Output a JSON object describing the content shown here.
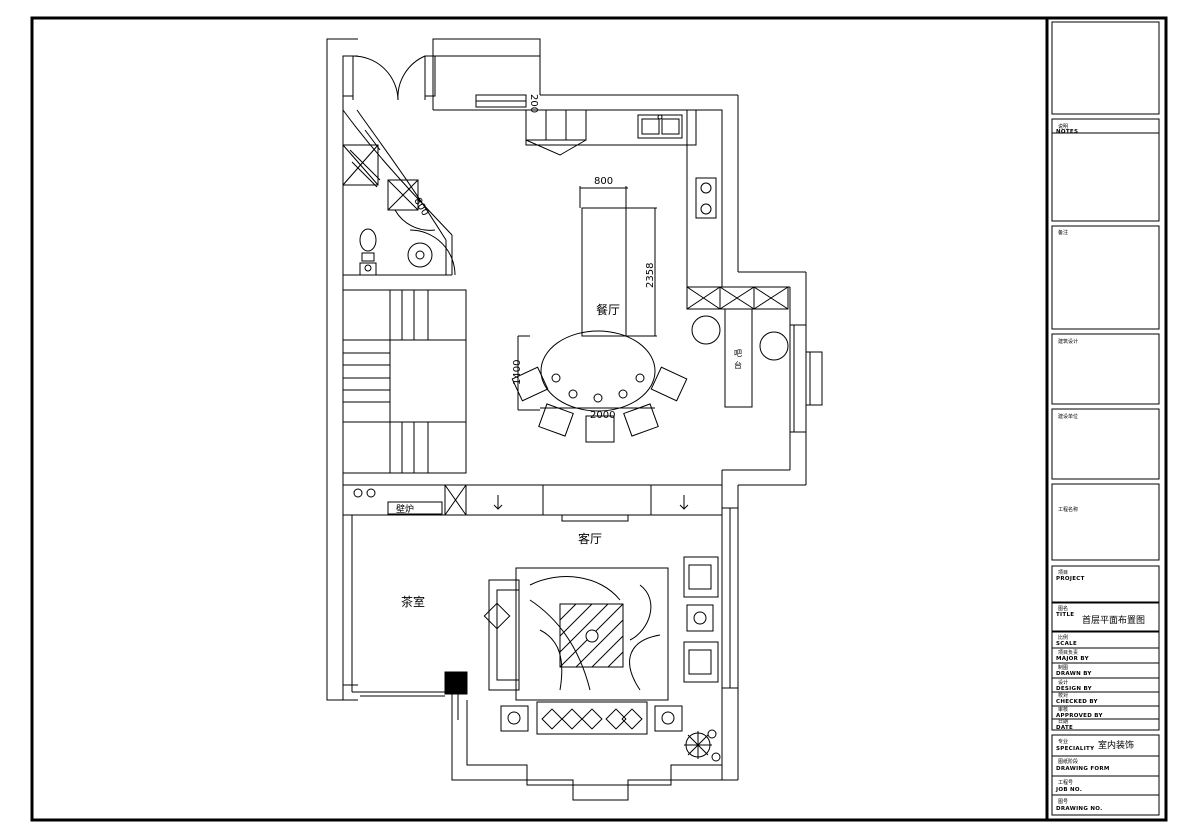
{
  "drawing": {
    "rooms": {
      "dining": "餐厅",
      "living": "客厅",
      "tea_room": "茶室",
      "bar_1": "吧",
      "bar_2": "台",
      "fireplace": "壁炉"
    },
    "dimensions": {
      "counter_top": "200",
      "door_arc": "800",
      "island_width": "800",
      "island_length": "2358",
      "table_depth": "1400",
      "table_length": "2000"
    }
  },
  "title_block": {
    "notes_cn": "说明",
    "notes_en": "NOTES",
    "remarks_cn": "备注",
    "architecture_cn": "建筑设计",
    "client_cn": "建设单位",
    "project_name_cn": "工程名称",
    "project_cn": "项目",
    "project_en": "PROJECT",
    "title_cn": "图名",
    "title_en": "TITLE",
    "title_value": "首层平面布置图",
    "scale_cn": "比例",
    "scale_en": "SCALE",
    "major_cn": "项目负责",
    "major_en": "MAJOR  BY",
    "drawn_cn": "制图",
    "drawn_en": "DRAWN  BY",
    "design_cn": "设计",
    "design_en": "DESIGN  BY",
    "checked_cn": "校对",
    "checked_en": "CHECKED  BY",
    "approved_cn": "审核",
    "approved_en": "APPROVED  BY",
    "date_cn": "日期",
    "date_en": "DATE",
    "speciality_cn": "专业",
    "speciality_en": "SPECIALITY",
    "speciality_value": "室内装饰",
    "form_cn": "图纸阶段",
    "form_en": "DRAWING  FORM",
    "job_cn": "工程号",
    "job_en": "JOB  NO.",
    "drawing_no_cn": "图号",
    "drawing_no_en": "DRAWING  NO."
  }
}
